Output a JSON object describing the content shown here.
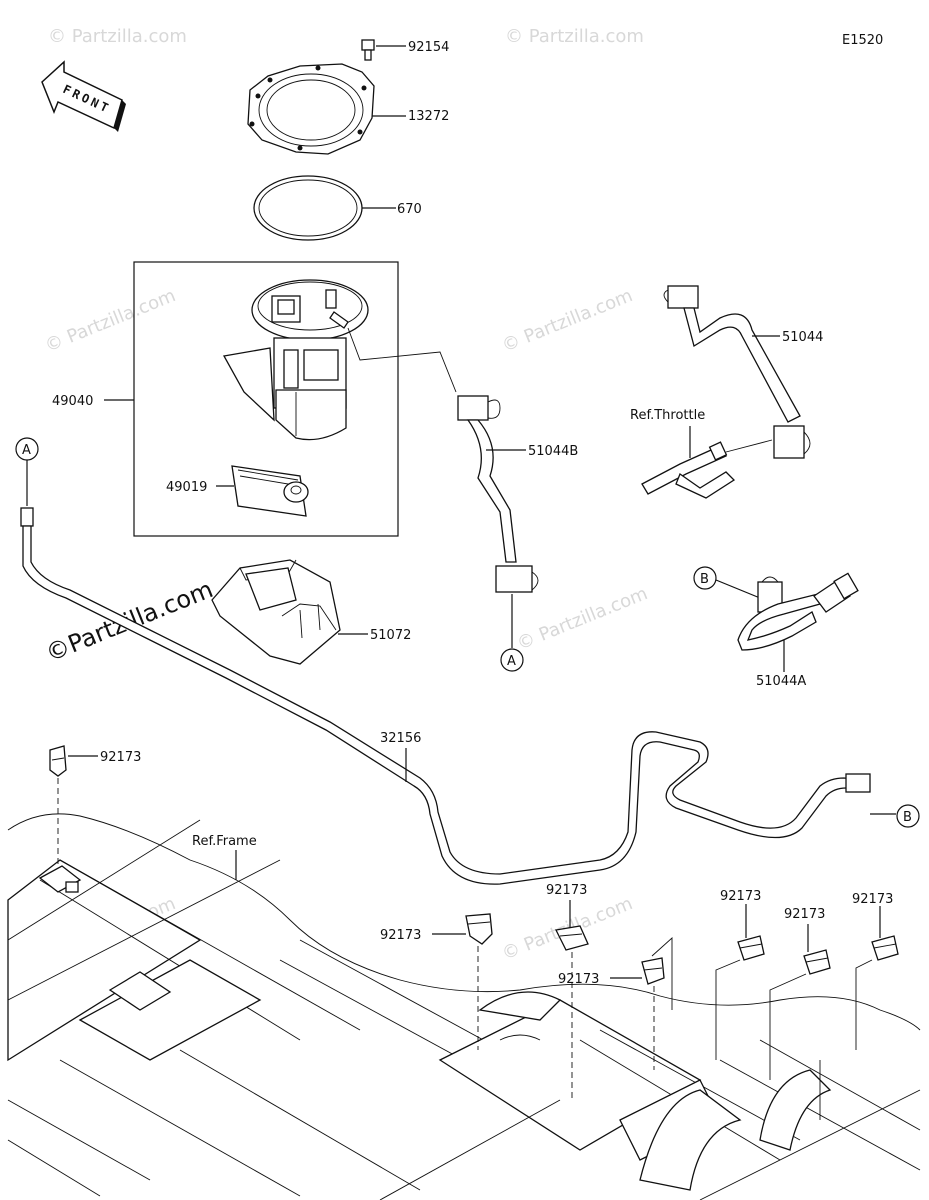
{
  "diagram_code": "E1520",
  "front_label": "FRONT",
  "watermark": "© Partzilla.com",
  "watermark_large": "©Partzilla.com",
  "callouts": {
    "p92154": "92154",
    "p13272": "13272",
    "p670": "670",
    "p49040": "49040",
    "p49019": "49019",
    "p51044B": "51044B",
    "p51044": "51044",
    "p51044A": "51044A",
    "p51072": "51072",
    "p32156": "32156",
    "p92173_a": "92173",
    "p92173_b": "92173",
    "p92173_c": "92173",
    "p92173_d": "92173",
    "p92173_e": "92173",
    "p92173_f": "92173",
    "p92173_g": "92173"
  },
  "refs": {
    "throttle": "Ref.Throttle",
    "frame": "Ref.Frame"
  },
  "connectors": {
    "a_top": "A",
    "a_bottom": "A",
    "b_top": "B",
    "b_right": "B"
  }
}
